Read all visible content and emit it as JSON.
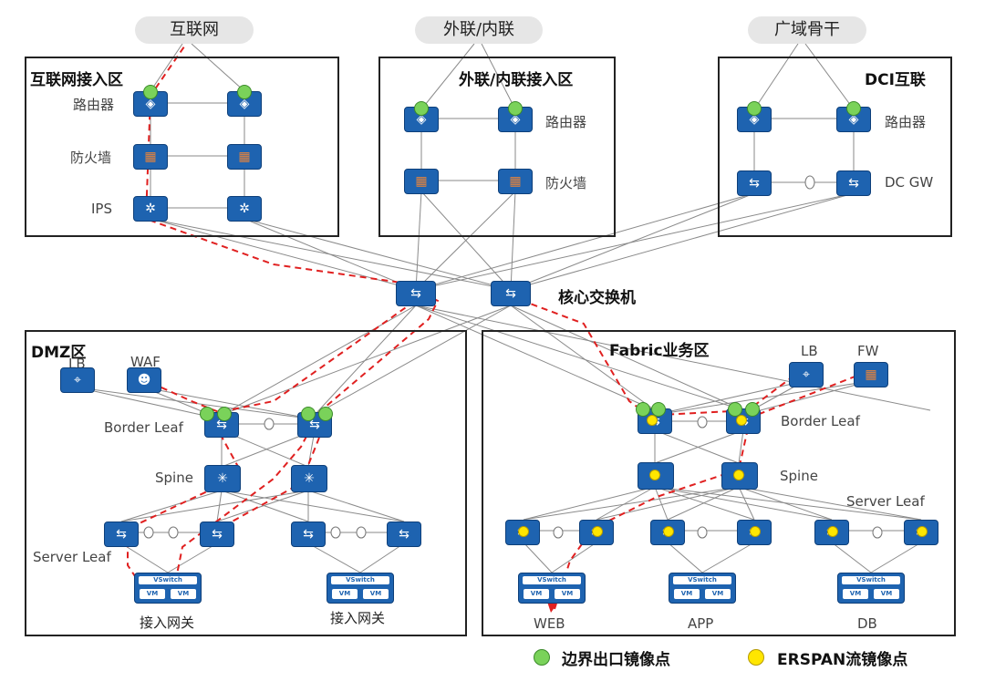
{
  "clouds": {
    "internet": "互联网",
    "extranet": "外联/内联",
    "wan": "广域骨干"
  },
  "zones": {
    "internet_access": "互联网接入区",
    "extranet_access": "外联/内联接入区",
    "dci": "DCI互联",
    "dmz": "DMZ区",
    "fabric": "Fabric业务区"
  },
  "labels": {
    "router1": "路由器",
    "firewall1": "防火墙",
    "ips": "IPS",
    "router2": "路由器",
    "firewall2": "防火墙",
    "router3": "路由器",
    "dcgw": "DC GW",
    "core": "核心交换机",
    "dmz_lb": "LB",
    "dmz_waf": "WAF",
    "dmz_border_leaf": "Border Leaf",
    "dmz_spine": "Spine",
    "dmz_server_leaf": "Server Leaf",
    "gateway1": "接入网关",
    "gateway2": "接入网关",
    "fab_lb": "LB",
    "fab_fw": "FW",
    "fab_border_leaf": "Border Leaf",
    "fab_spine": "Spine",
    "fab_server_leaf": "Server Leaf",
    "web": "WEB",
    "app": "APP",
    "db": "DB",
    "vswitch": "VSwitch",
    "vm": "VM"
  },
  "legend": {
    "green": "边界出口镜像点",
    "yellow": "ERSPAN流镜像点"
  },
  "colors": {
    "device": "#1e63b0",
    "mirror_path": "#e02020",
    "green_point": "#7ad25a",
    "yellow_point": "#ffe600"
  }
}
